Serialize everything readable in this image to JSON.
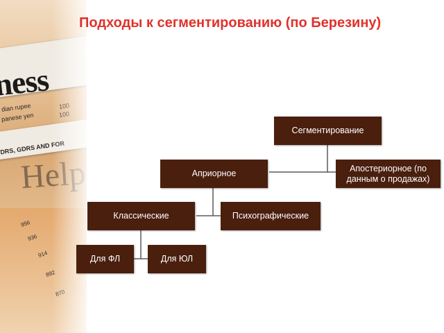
{
  "slide": {
    "title": "Подходы к сегментированию (по Березину)"
  },
  "diagram": {
    "root": "Сегментирование",
    "level1": [
      "Априорное",
      "Апостериорное (по данным о продажах)"
    ],
    "level2": [
      "Классические",
      "Психографические"
    ],
    "level3": [
      "Для ФЛ",
      "Для ЮЛ"
    ]
  },
  "background": {
    "headline_fragment": "ness",
    "help_fragment": "Help",
    "rows": [
      "dian rupee",
      "panese yen",
      "DRS, GDRS AND FOR"
    ],
    "values": [
      "100",
      "100"
    ],
    "ticks": [
      "956",
      "936",
      "914",
      "892",
      "870"
    ]
  },
  "colors": {
    "node_fill": "#4a1f0d",
    "title": "#e0322c"
  }
}
